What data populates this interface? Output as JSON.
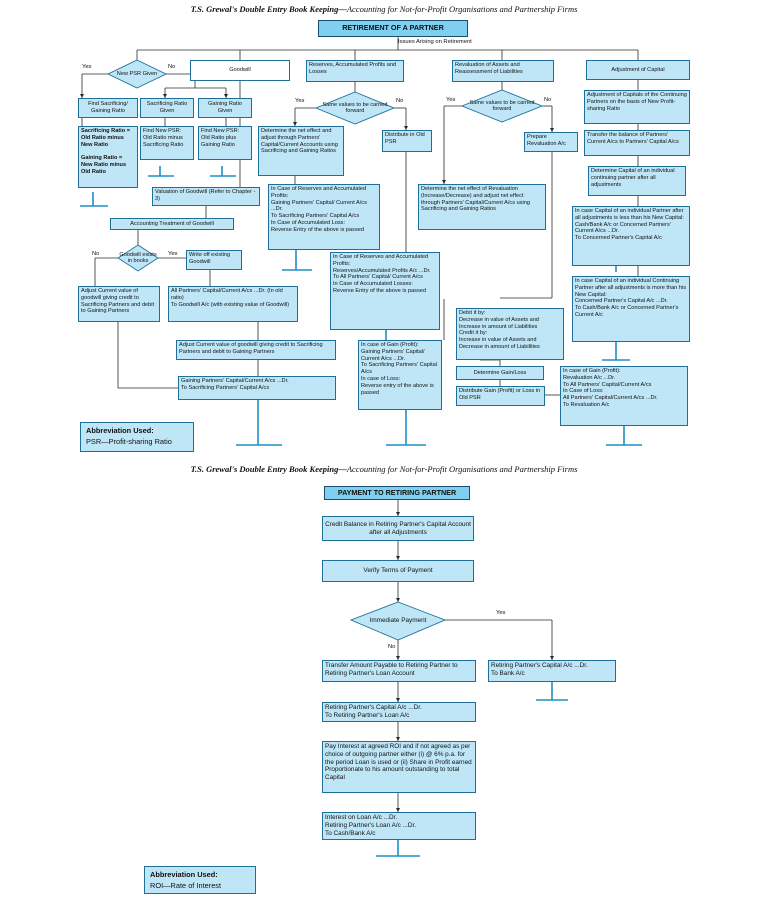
{
  "header1": {
    "book": "T.S. Grewal's Double Entry Book Keeping—",
    "subtitle": "Accounting for Not-for-Profit Organisations and Partnership Firms"
  },
  "header2": {
    "book": "T.S. Grewal's Double Entry Book Keeping—",
    "subtitle": "Accounting for Not-for-Profit Organisations and Partnership Firms"
  },
  "chart1": {
    "title": "RETIREMENT OF A PARTNER",
    "issues": "Issues Arising on Retirement",
    "psr": {
      "decision": "New PSR Given",
      "yes": "Yes",
      "no": "No",
      "find": "Find Sacrificing/ Gaining Ratio",
      "sac_given": "Sacrificing Ratio Given",
      "gain_given": "Gaining Ratio Given",
      "formula_a": "Old Ratio minus New Ratio",
      "formula_b": "Gaining Ratio = New Ratio minus Old Ratio",
      "find_new_1": "Find New PSR: Old Ratio minus Sacrificing Ratio",
      "find_new_2": "Find New PSR: Old Ratio plus Gaining Ratio"
    },
    "goodwill": {
      "head": "Goodwill",
      "valuation": "Valuation of Goodwill (Refer to Chapter - 3)",
      "treatment": "Accounting Treatment of Goodwill",
      "decision": "Goodwill exists in books",
      "no": "No",
      "yes": "Yes",
      "write_off": "Write off existing Goodwill",
      "adjust_left": "Adjust Current value of goodwill giving credit to Sacrificing Partners and debit to Gaining Partners",
      "entry_all": "All Partners' Capital/Current A/cs ...Dr. (In old ratio)\n To Goodwill A/c (with existing value of Goodwill)",
      "adjust_mid": "Adjust Current value of goodwill giving credit to Sacrificing Partners and debit to Gaining Partners",
      "entry_gaining": "Gaining Partners' Capital/Current A/cs ...Dr.\n To Sacrificing Partners' Capital A/cs"
    },
    "reserves": {
      "head": "Reserves, Accumulated Profits and Losses",
      "decision": "Same values to be carried forward",
      "yes": "Yes",
      "no": "No",
      "determine": "Determine the net effect and adjust through Partners' Capital/Current Accounts using Sacrificing and Gaining Ratios",
      "distribute": "Distribute in Old PSR",
      "entry_net": "In Case of Reserves and Accumulated Profits:\nGaining Partners' Capital/ Current A/cs ...Dr.\n To Sacrificing Partners' Capital A/cs\nIn Case of Accumulated Loss:\nReverse Entry of the above is passed",
      "entry_old": "In Case of Reserves and Accumulated Profits:\nReserves/Accumulated Profits A/c ...Dr.\n To All Partners' Capital/ Current A/cs\nIn Case of Accumulated Losses:\nReverse Entry of the above is passed"
    },
    "revaluation": {
      "head": "Revaluation of Assets and Reassessment of Liabilities",
      "decision": "Same values to be carried forward",
      "yes": "Yes",
      "no": "No",
      "prepare": "Prepare Revaluation A/c",
      "determine": "Determine the net effect of Revaluation (Increase/Decrease) and adjust net effect through Partners' Capital/Current A/cs using Sacrificing and Gaining Ratios",
      "entry_gain": "In case of Gain (Profit):\nGaining Partners' Capital/ Current A/cs ...Dr.\n To Sacrificing Partners' Capital A/cs\nIn case of Loss:\nReverse entry of the above is passed",
      "debit_credit": "Debit it by:\nDecrease in value of Assets and Increase in amount of Liabilities\nCredit it by:\nIncrease in value of Assets and Decrease in amount of Liabilities",
      "gain_loss": "Determine Gain/Loss",
      "distribute": "Distribute Gain (Profit) or Loss in Old PSR",
      "entry_reval": "In case of Gain (Profit):\nRevaluation A/c ...Dr.\n To All Partners' Capital/Current A/cs\nIn Case of Loss:\nAll Partners' Capital/Current A/cs ...Dr.\n To Revaluation A/c"
    },
    "capital": {
      "head": "Adjustment of Capital",
      "c1": "Adjustment of Capitals of the Continuing Partners on the basis of New Profit-sharing Ratio",
      "c2": "Transfer the balance of Partners' Current A/cs to Partners' Capital A/cs",
      "c3": "Determine Capital of an individual continuing partner after all adjustments",
      "c4": "In case Capital of an individual Partner after all adjustments is less than his New Capital:\nCash/Bank A/c or Concerned Partners' Current A/cs ...Dr.\n To Concerned Partner's Capital A/c",
      "c5": "In case Capital of an individual Continuing Partner after all adjustments is more than his New Capital:\nConcerned Partner's Capital A/c ...Dr.\n To Cash/Bank A/c or Concerned Partner's Current A/c"
    },
    "abbreviation": {
      "head": "Abbreviation Used:",
      "text": "PSR—Profit-sharing Ratio"
    }
  },
  "chart2": {
    "title": "PAYMENT TO RETIRING PARTNER",
    "s1": "Credit Balance in Retiring Partner's Capital Account after all Adjustments",
    "s2": "Verify Terms of Payment",
    "decision": "Immediate Payment",
    "yes": "Yes",
    "no": "No",
    "immediate": "Retiring Partner's Capital A/c ...Dr.\n To Bank A/c",
    "s3": "Transfer Amount Payable to Retiring Partner to Retiring Partner's Loan Account",
    "s4": "Retiring Partner's Capital A/c ...Dr.\n To Retiring Partner's Loan A/c",
    "s5": "Pay Interest at agreed ROI and if not agreed as per choice of outgoing partner either (i) @ 6% p.a. for the period Loan is used or (ii) Share in Profit earned Proportionate to his amount outstanding to total Capital",
    "s6": "Interest on Loan A/c ...Dr.\nRetiring Partner's Loan A/c ...Dr.\n To Cash/Bank A/c",
    "abbreviation": {
      "head": "Abbreviation Used:",
      "text": "ROI—Rate of Interest"
    }
  }
}
